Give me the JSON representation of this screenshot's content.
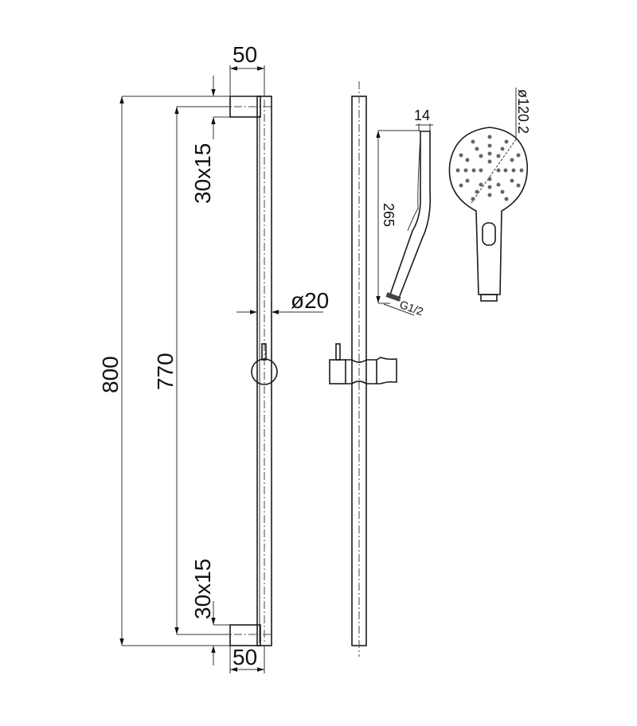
{
  "drawing": {
    "title": "Shower rail with hand shower - technical dimensions",
    "units": "mm",
    "line_color": "#1a1a1a",
    "background": "#ffffff"
  },
  "dimensions": {
    "bracket_width_top": "50",
    "bracket_width_bottom": "50",
    "bracket_size_top": "30x15",
    "bracket_size_bottom": "30x15",
    "overall_length": "800",
    "centre_distance": "770",
    "rail_diameter": "ø20",
    "handset_depth": "14",
    "handset_length": "265",
    "connection_thread": "G1/2",
    "head_diameter": "ø120.2"
  },
  "views": [
    {
      "name": "front-view-rail",
      "components": [
        "top-bracket",
        "rail",
        "slider-knob",
        "bottom-bracket"
      ]
    },
    {
      "name": "side-view-rail",
      "components": [
        "rail",
        "slider-holder"
      ]
    },
    {
      "name": "handset-side-view",
      "components": [
        "handset-profile",
        "thread-connector"
      ]
    },
    {
      "name": "handset-front-view",
      "components": [
        "spray-face",
        "mode-button",
        "handle",
        "thread-connector"
      ]
    }
  ]
}
